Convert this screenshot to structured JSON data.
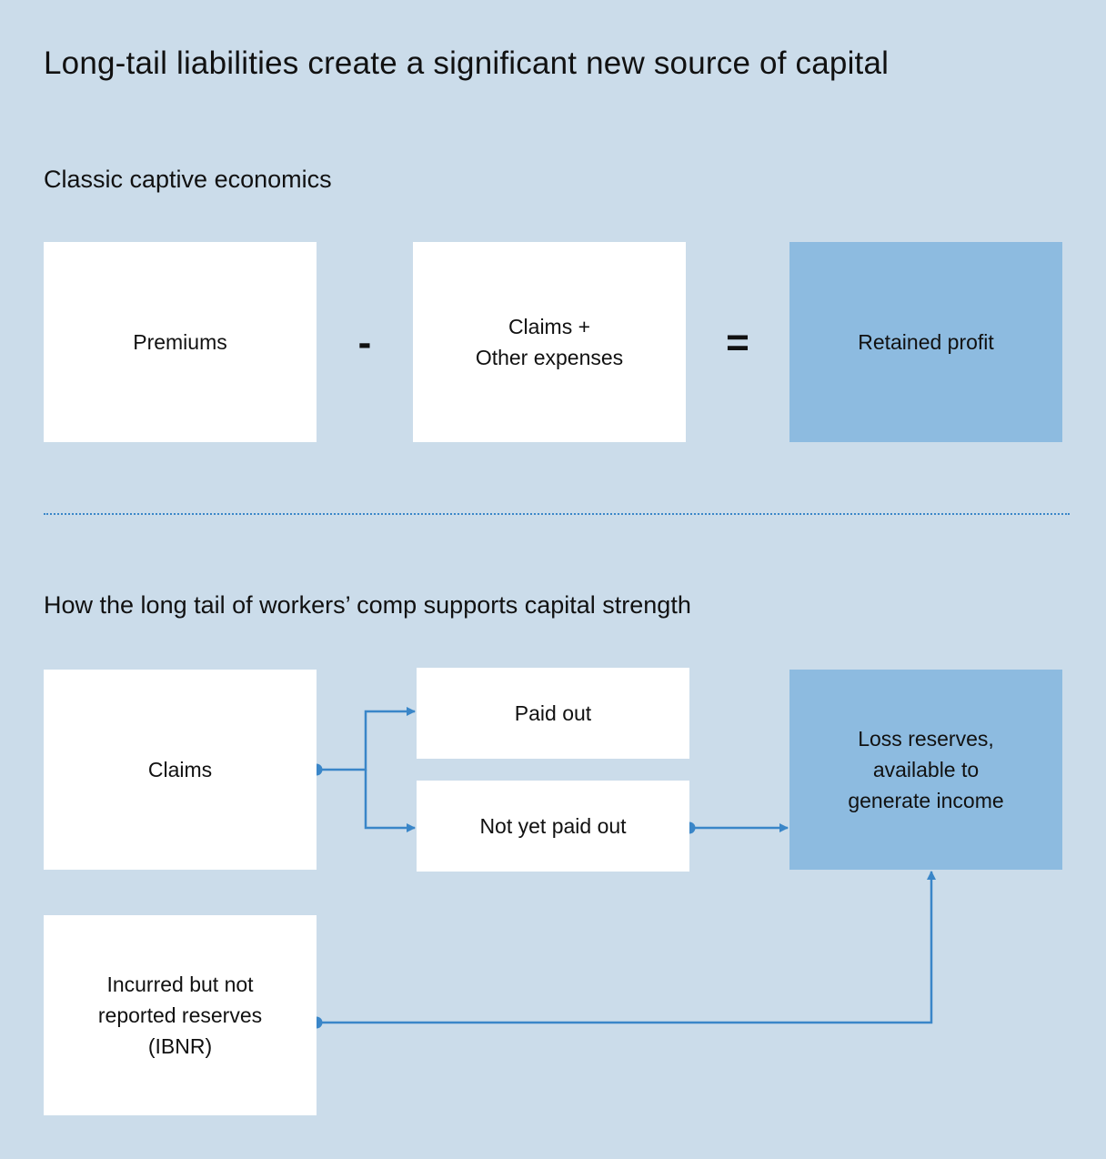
{
  "title": "Long-tail liabilities create a significant new source of capital",
  "section1": {
    "heading": "Classic captive economics",
    "premiums": "Premiums",
    "minus": "-",
    "claims_expenses": "Claims +\nOther expenses",
    "equals": "=",
    "retained_profit": "Retained profit"
  },
  "section2": {
    "heading": "How the long tail of workers’ comp supports capital strength",
    "claims": "Claims",
    "paid_out": "Paid out",
    "not_yet_paid": "Not yet paid out",
    "loss_reserves": "Loss reserves,\navailable to\ngenerate income",
    "ibnr": "Incurred but not\nreported reserves\n(IBNR)"
  },
  "colors": {
    "background": "#cbdcea",
    "box": "#ffffff",
    "highlight_box": "#8dbbe0",
    "connector": "#3a86c8"
  }
}
